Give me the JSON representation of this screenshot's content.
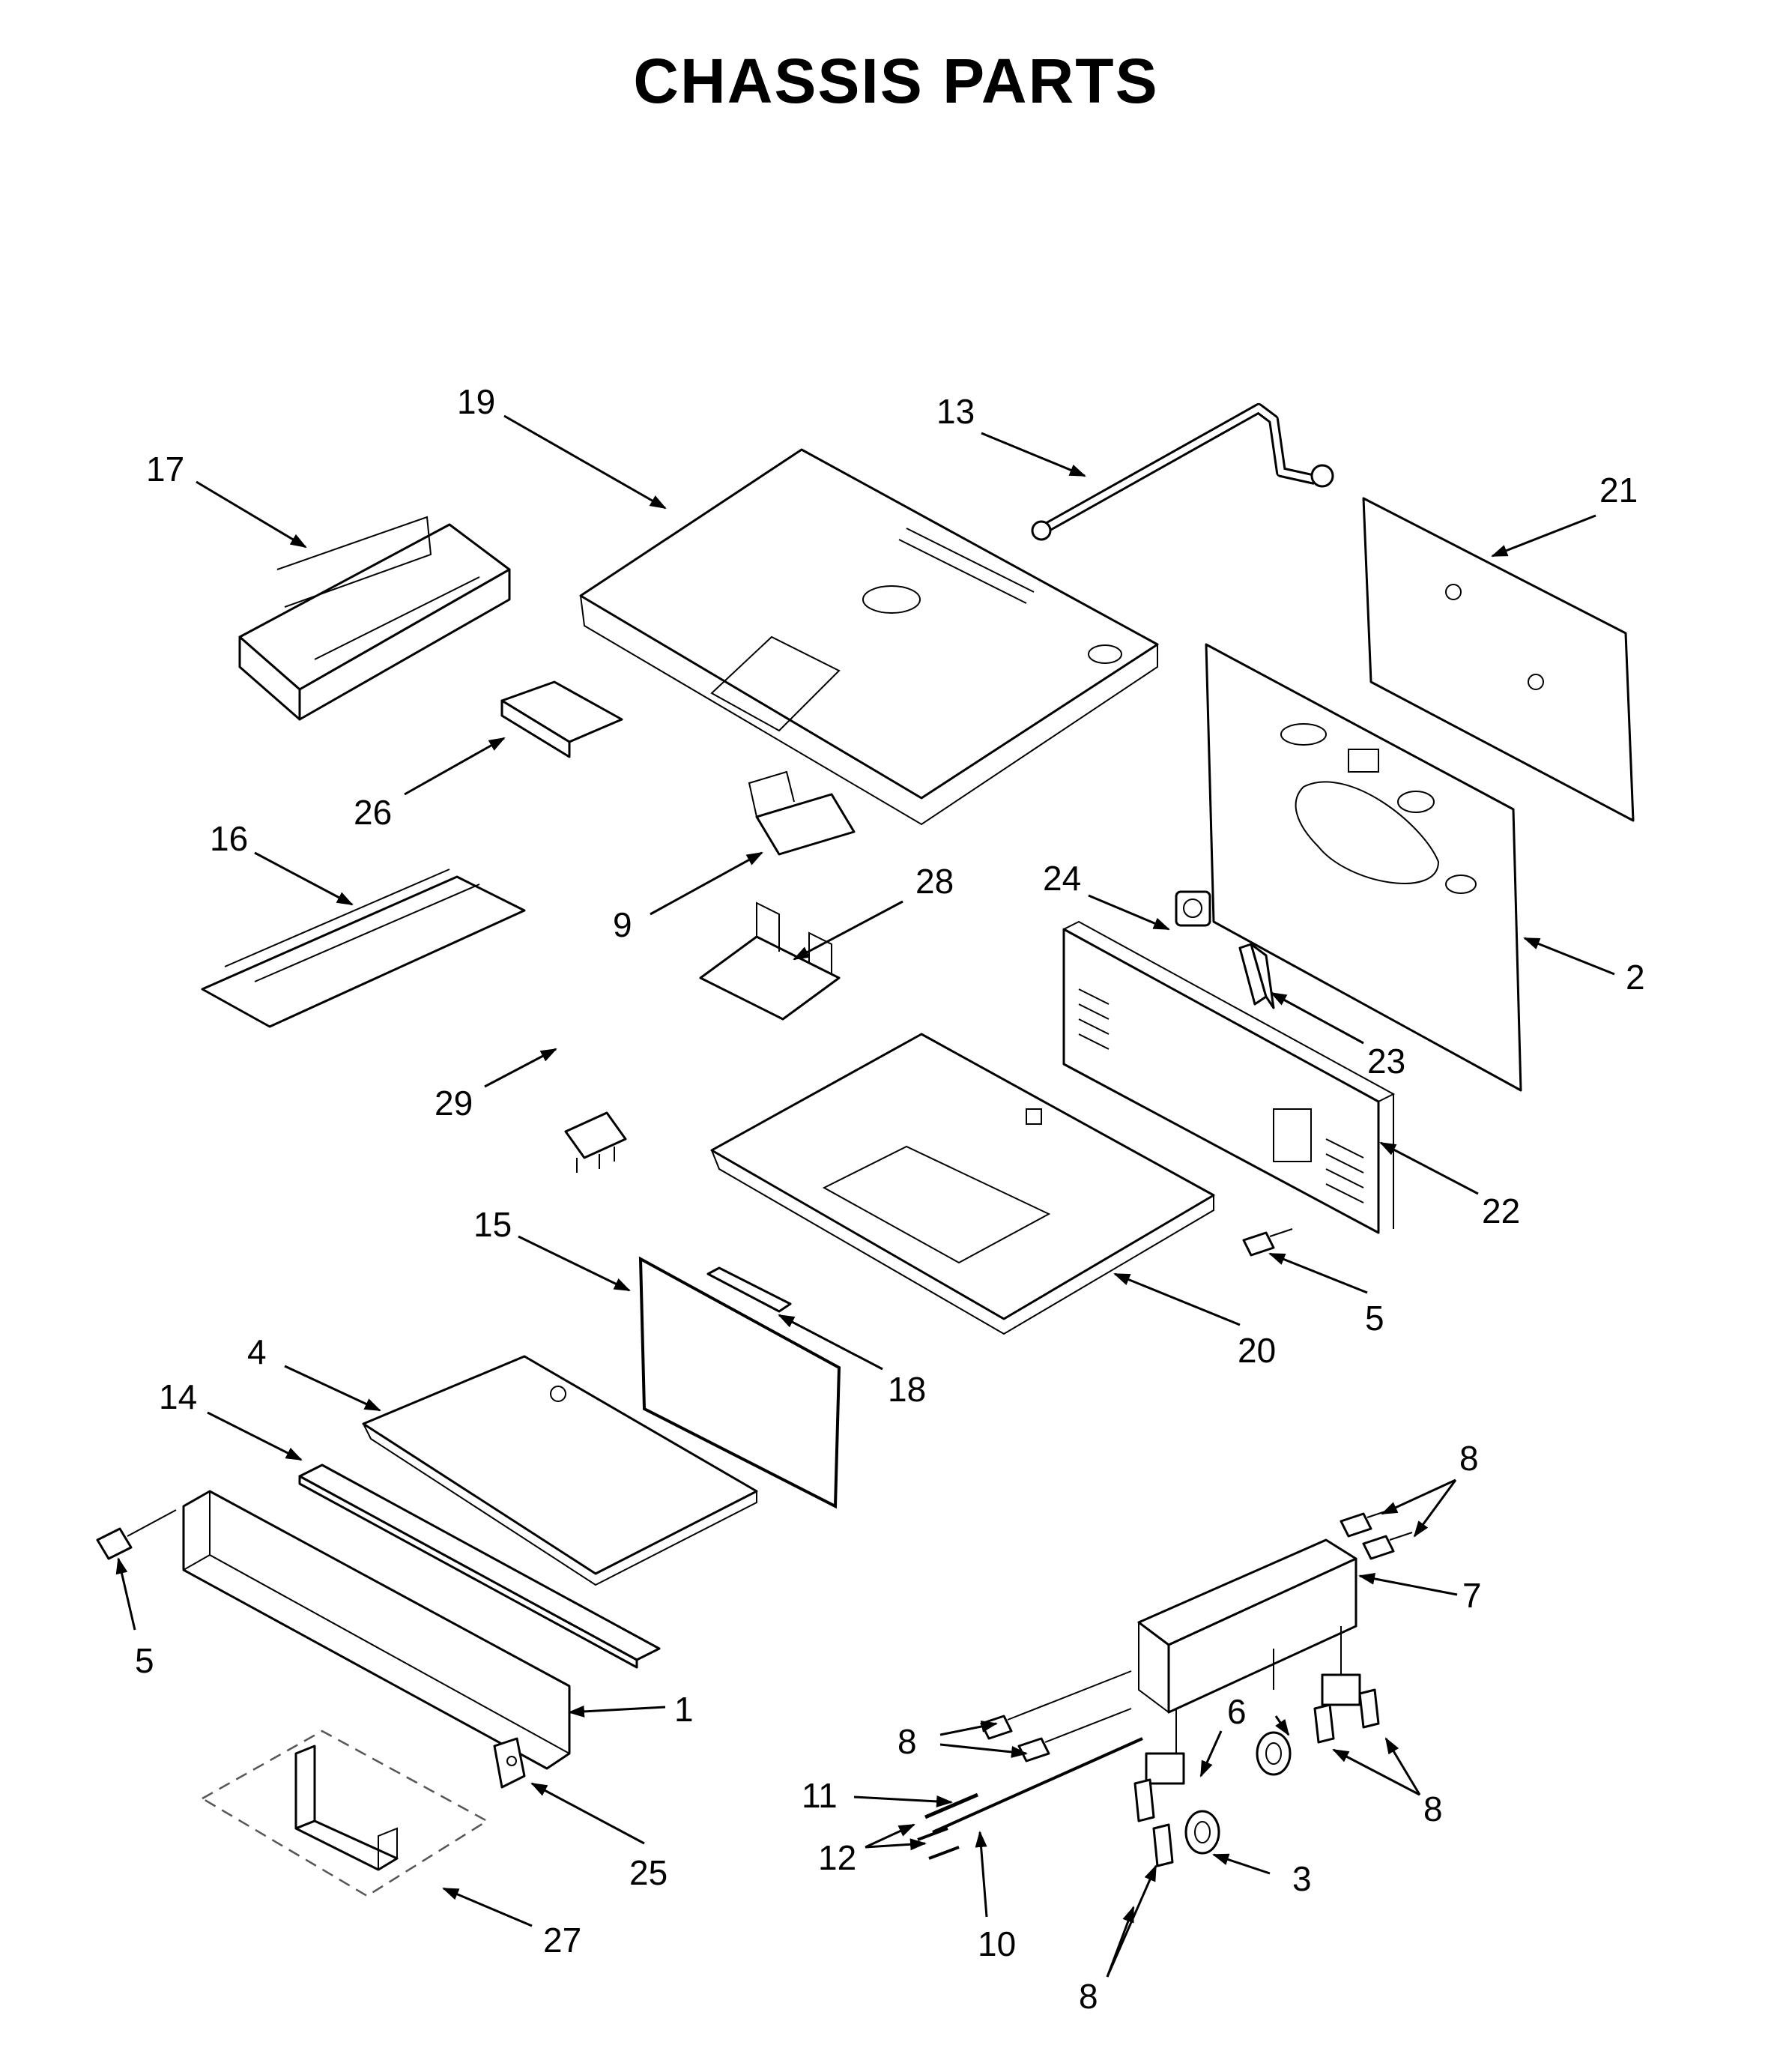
{
  "title": "CHASSIS PARTS",
  "callouts": {
    "p1": "1",
    "p2": "2",
    "p3": "3",
    "p4": "4",
    "p5a": "5",
    "p5b": "5",
    "p6": "6",
    "p7": "7",
    "p8a": "8",
    "p8b": "8",
    "p8c": "8",
    "p8d": "8",
    "p9": "9",
    "p10": "10",
    "p11": "11",
    "p12": "12",
    "p13": "13",
    "p14": "14",
    "p15": "15",
    "p16": "16",
    "p17": "17",
    "p18": "18",
    "p19": "19",
    "p20": "20",
    "p21": "21",
    "p22": "22",
    "p23": "23",
    "p24": "24",
    "p25": "25",
    "p26": "26",
    "p27": "27",
    "p28": "28",
    "p29": "29"
  }
}
